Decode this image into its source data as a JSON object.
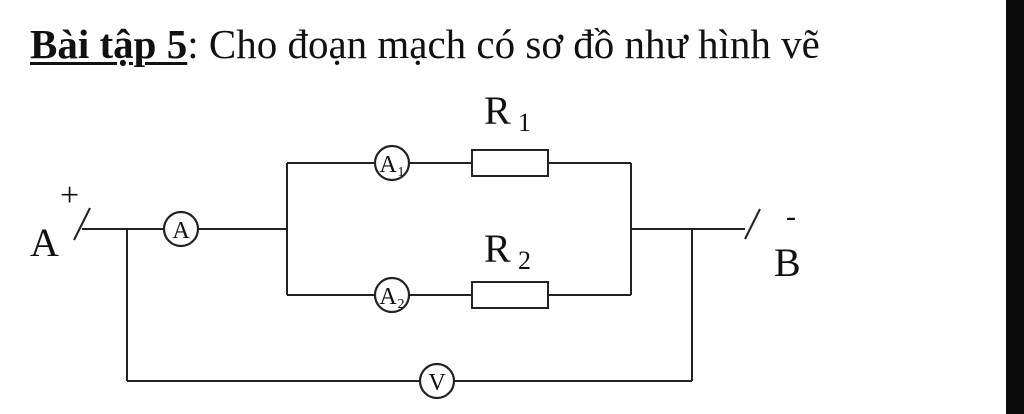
{
  "title": {
    "label": "Bài tập 5",
    "text": ": Cho đoạn mạch có sơ đồ như hình vẽ"
  },
  "circuit": {
    "terminal_a": {
      "name": "A",
      "sign": "+"
    },
    "terminal_b": {
      "name": "B",
      "sign": "-"
    },
    "meters": {
      "main_ammeter": "A",
      "ammeter_1": "A",
      "ammeter_1_sub": "1",
      "ammeter_2": "A",
      "ammeter_2_sub": "2",
      "voltmeter": "V"
    },
    "resistors": {
      "r1": {
        "letter": "R",
        "sub": "1"
      },
      "r2": {
        "letter": "R",
        "sub": "2"
      }
    }
  },
  "colors": {
    "ink": "#222222",
    "background": "#ffffff",
    "edge_bar": "#0b0b0b"
  }
}
